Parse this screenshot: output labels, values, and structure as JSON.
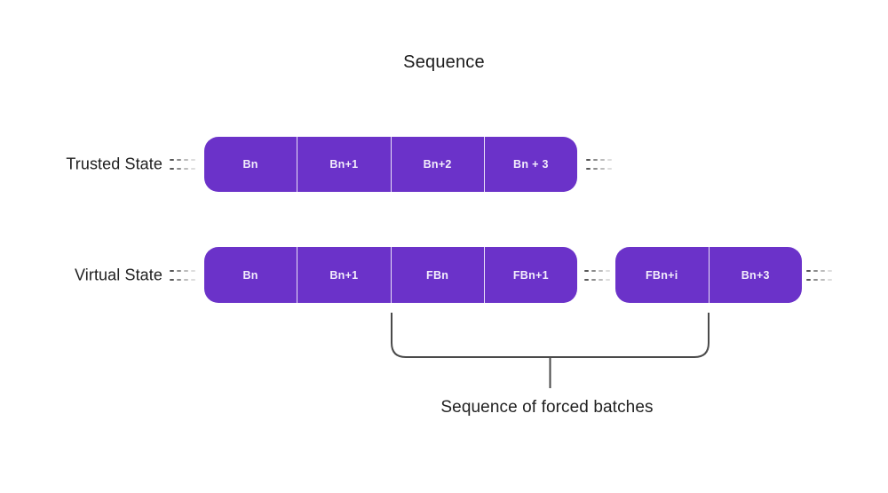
{
  "title": "Sequence",
  "caption": "Sequence of forced batches",
  "rows": [
    {
      "label": "Trusted State",
      "groups": [
        {
          "blocks": [
            "Bn",
            "Bn+1",
            "Bn+2",
            "Bn + 3"
          ]
        }
      ]
    },
    {
      "label": "Virtual State",
      "groups": [
        {
          "blocks": [
            "Bn",
            "Bn+1",
            "FBn",
            "FBn+1"
          ]
        },
        {
          "blocks": [
            "FBn+i",
            "Bn+3"
          ]
        }
      ]
    }
  ],
  "icons": {
    "continuation": "double-dashed-continuation-line",
    "bracket": "square-bracket-with-stem"
  },
  "colors": {
    "background": "#FFFFFF",
    "block_fill": "#6B32C9",
    "block_text": "#F4EFFC",
    "block_divider": "#FFFFFF",
    "label_text": "#1E1E1E",
    "dash": "#2E2E2E",
    "bracket": "#4A4A4A"
  }
}
